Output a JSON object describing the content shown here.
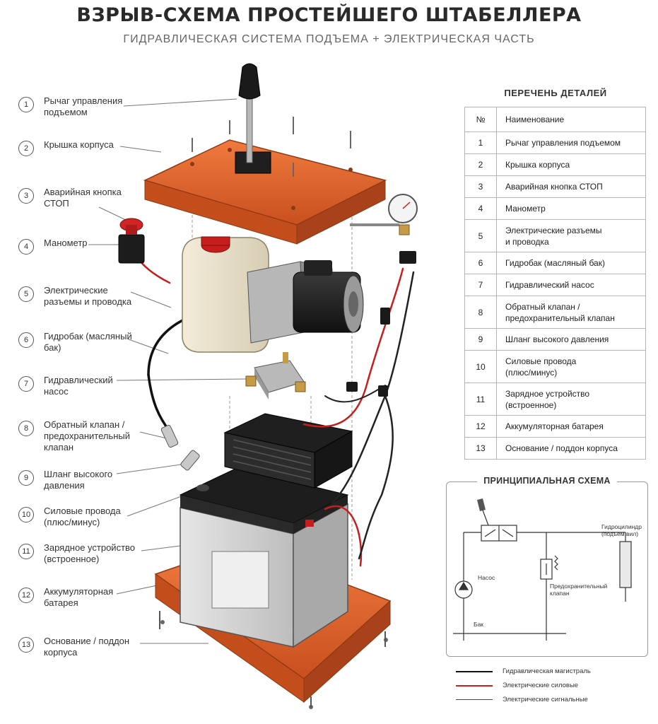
{
  "title": "ВЗРЫВ-СХЕМА ПРОСТЕЙШЕГО ШТАБЕЛЛЕРА",
  "subtitle": "ГИДРАВЛИЧЕСКАЯ СИСТЕМА ПОДЪЕМА + ЭЛЕКТРИЧЕСКАЯ ЧАСТЬ",
  "callouts": [
    {
      "n": "1",
      "line1": "Рычаг управления",
      "line2": "подъемом"
    },
    {
      "n": "2",
      "line1": "Крышка корпуса",
      "line2": ""
    },
    {
      "n": "3",
      "line1": "Аварийная кнопка",
      "line2": "СТОП"
    },
    {
      "n": "4",
      "line1": "Манометр",
      "line2": ""
    },
    {
      "n": "5",
      "line1": "Электрические",
      "line2": "разъемы и проводка"
    },
    {
      "n": "6",
      "line1": "Гидробак (масляный",
      "line2": "бак)"
    },
    {
      "n": "7",
      "line1": "Гидравлический",
      "line2": "насос"
    },
    {
      "n": "8",
      "line1": "Обратный клапан /",
      "line2": "предохранительный",
      "line3": "клапан"
    },
    {
      "n": "9",
      "line1": "Шланг высокого",
      "line2": "давления"
    },
    {
      "n": "10",
      "line1": "Силовые провода",
      "line2": "(плюс/минус)"
    },
    {
      "n": "11",
      "line1": "Зарядное устройство",
      "line2": "(встроенное)"
    },
    {
      "n": "12",
      "line1": "Аккумуляторная",
      "line2": "батарея"
    },
    {
      "n": "13",
      "line1": "Основание / поддон",
      "line2": "корпуса"
    }
  ],
  "parts": {
    "heading": "ПЕРЕЧЕНЬ ДЕТАЛЕЙ",
    "col_num": "№",
    "col_name": "Наименование",
    "rows": [
      {
        "n": "1",
        "name": "Рычаг управления подъемом",
        "name2": ""
      },
      {
        "n": "2",
        "name": "Крышка корпуса",
        "name2": ""
      },
      {
        "n": "3",
        "name": "Аварийная кнопка СТОП",
        "name2": ""
      },
      {
        "n": "4",
        "name": "Манометр",
        "name2": ""
      },
      {
        "n": "5",
        "name": "Электрические разъемы",
        "name2": "и проводка"
      },
      {
        "n": "6",
        "name": "Гидробак (масляный бак)",
        "name2": ""
      },
      {
        "n": "7",
        "name": "Гидравлический насос",
        "name2": ""
      },
      {
        "n": "8",
        "name": "Обратный клапан  /",
        "name2": "предохранительный клапан"
      },
      {
        "n": "9",
        "name": "Шланг высокого давления",
        "name2": ""
      },
      {
        "n": "10",
        "name": "Силовые провода",
        "name2": "(плюс/минус)"
      },
      {
        "n": "11",
        "name": "Зарядное устройство",
        "name2": "(встроенное)"
      },
      {
        "n": "12",
        "name": "Аккумуляторная батарея",
        "name2": ""
      },
      {
        "n": "13",
        "name": "Основание / поддон корпуса",
        "name2": ""
      }
    ]
  },
  "schematic": {
    "title": "ПРИНЦИПИАЛЬНАЯ СХЕМА",
    "cylinder_label": "Гидроцилиндр",
    "cylinder_label2": "(подъем вил)",
    "pump_label": "Насос",
    "valve_label": "Предохранительный",
    "valve_label2": "клапан",
    "tank_label": "Бак"
  },
  "legend": [
    {
      "label": "Гидравлическая магистраль",
      "color": "#111111"
    },
    {
      "label": "Электрические силовые",
      "color": "#cc1f1f"
    },
    {
      "label": "Электрические сигнальные",
      "color": "#444444"
    }
  ],
  "colors": {
    "housing": "#e0602a",
    "battery": "#d6d6d6",
    "tank": "#ece4cf",
    "accent": "#c81d1d"
  }
}
